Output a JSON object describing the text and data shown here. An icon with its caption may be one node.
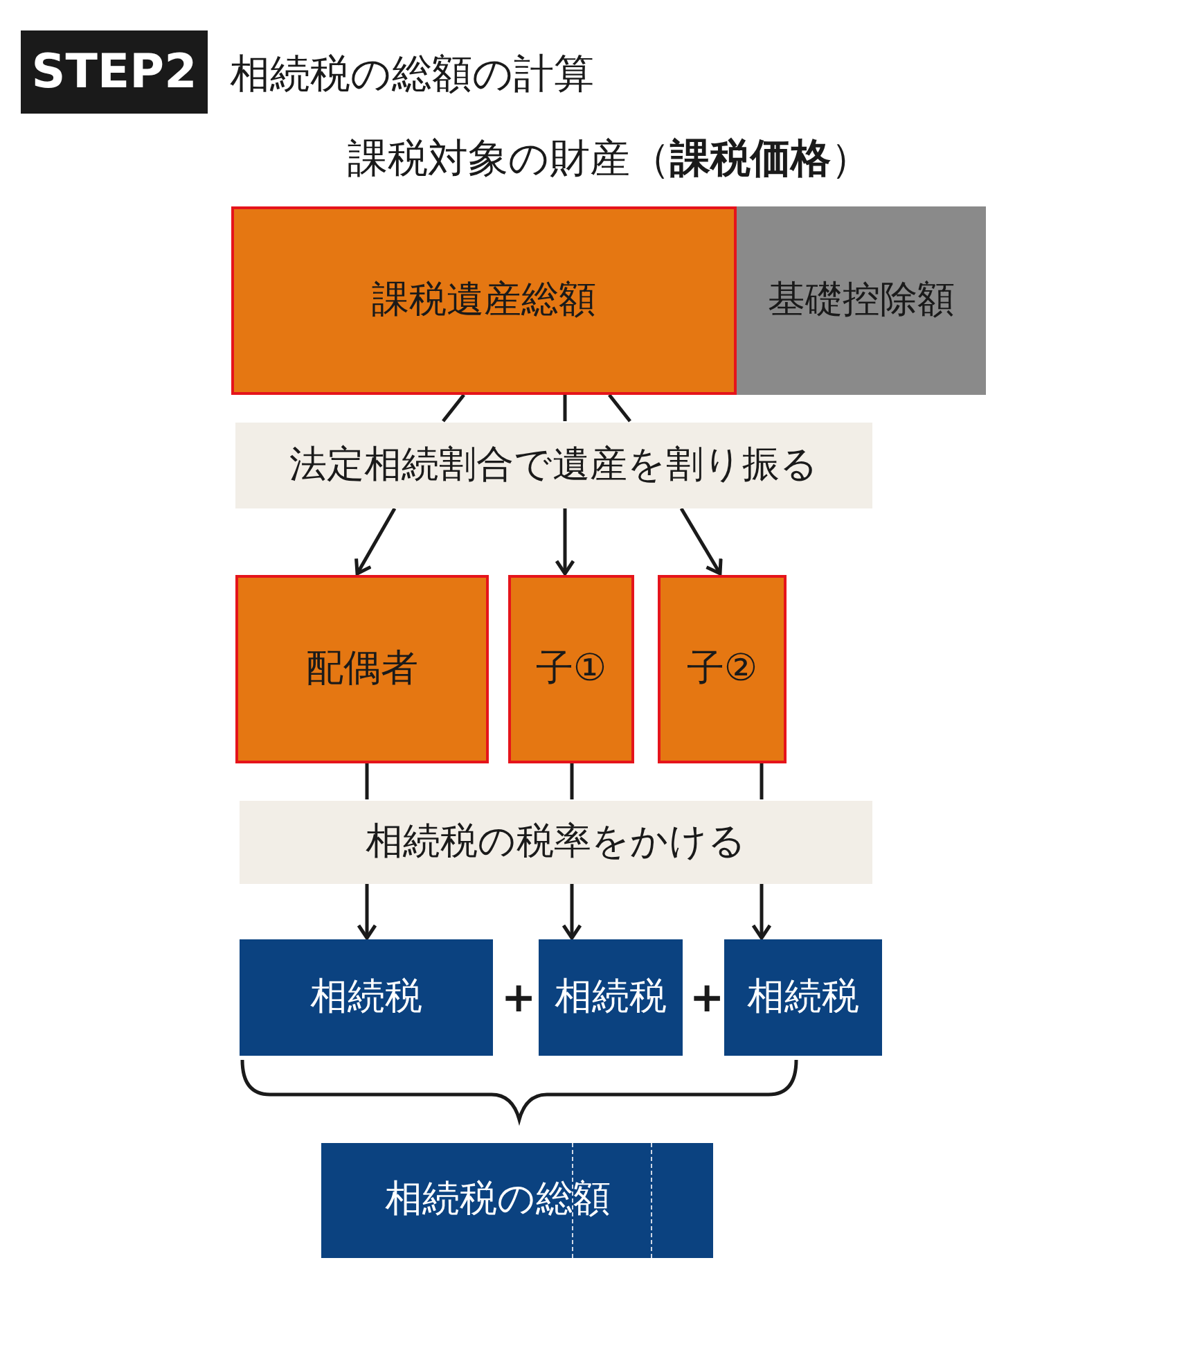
{
  "diagram": {
    "title": "相続税の総額の計算",
    "nodes": [
      {
        "text": [
          "課税遺産総額"
        ]
      },
      {
        "text": [
          "基礎控除額"
        ]
      },
      {
        "text": [
          "法定相続割合で遺産を割り振る"
        ]
      },
      {
        "text": [
          "配偶者"
        ]
      },
      {
        "text": [
          "子①"
        ]
      },
      {
        "text": [
          "子②"
        ]
      },
      {
        "text": [
          "相続税の税率をかける"
        ]
      },
      {
        "text": [
          "相続税"
        ]
      },
      {
        "text": [
          "相続税"
        ]
      },
      {
        "text": [
          "相続税"
        ]
      },
      {
        "text": [
          "相続税の総額"
        ]
      }
    ],
    "edges": [
      {
        "from": 0,
        "to": 2,
        "arrow": "none"
      },
      {
        "from": 0,
        "to": 2,
        "arrow": "none"
      },
      {
        "from": 0,
        "to": 2,
        "arrow": "none"
      },
      {
        "from": 2,
        "to": 3,
        "arrow": "to"
      },
      {
        "from": 2,
        "to": 4,
        "arrow": "to"
      },
      {
        "from": 2,
        "to": 5,
        "arrow": "to"
      },
      {
        "from": 3,
        "to": 6,
        "arrow": "none"
      },
      {
        "from": 4,
        "to": 6,
        "arrow": "none"
      },
      {
        "from": 5,
        "to": 6,
        "arrow": "none"
      },
      {
        "from": 6,
        "to": 7,
        "arrow": "to"
      },
      {
        "from": 6,
        "to": 8,
        "arrow": "to"
      },
      {
        "from": 6,
        "to": 9,
        "arrow": "to"
      }
    ],
    "labels": [
      "STEP2",
      "課税対象の財産（**課税価格**）",
      "+",
      "+"
    ]
  }
}
